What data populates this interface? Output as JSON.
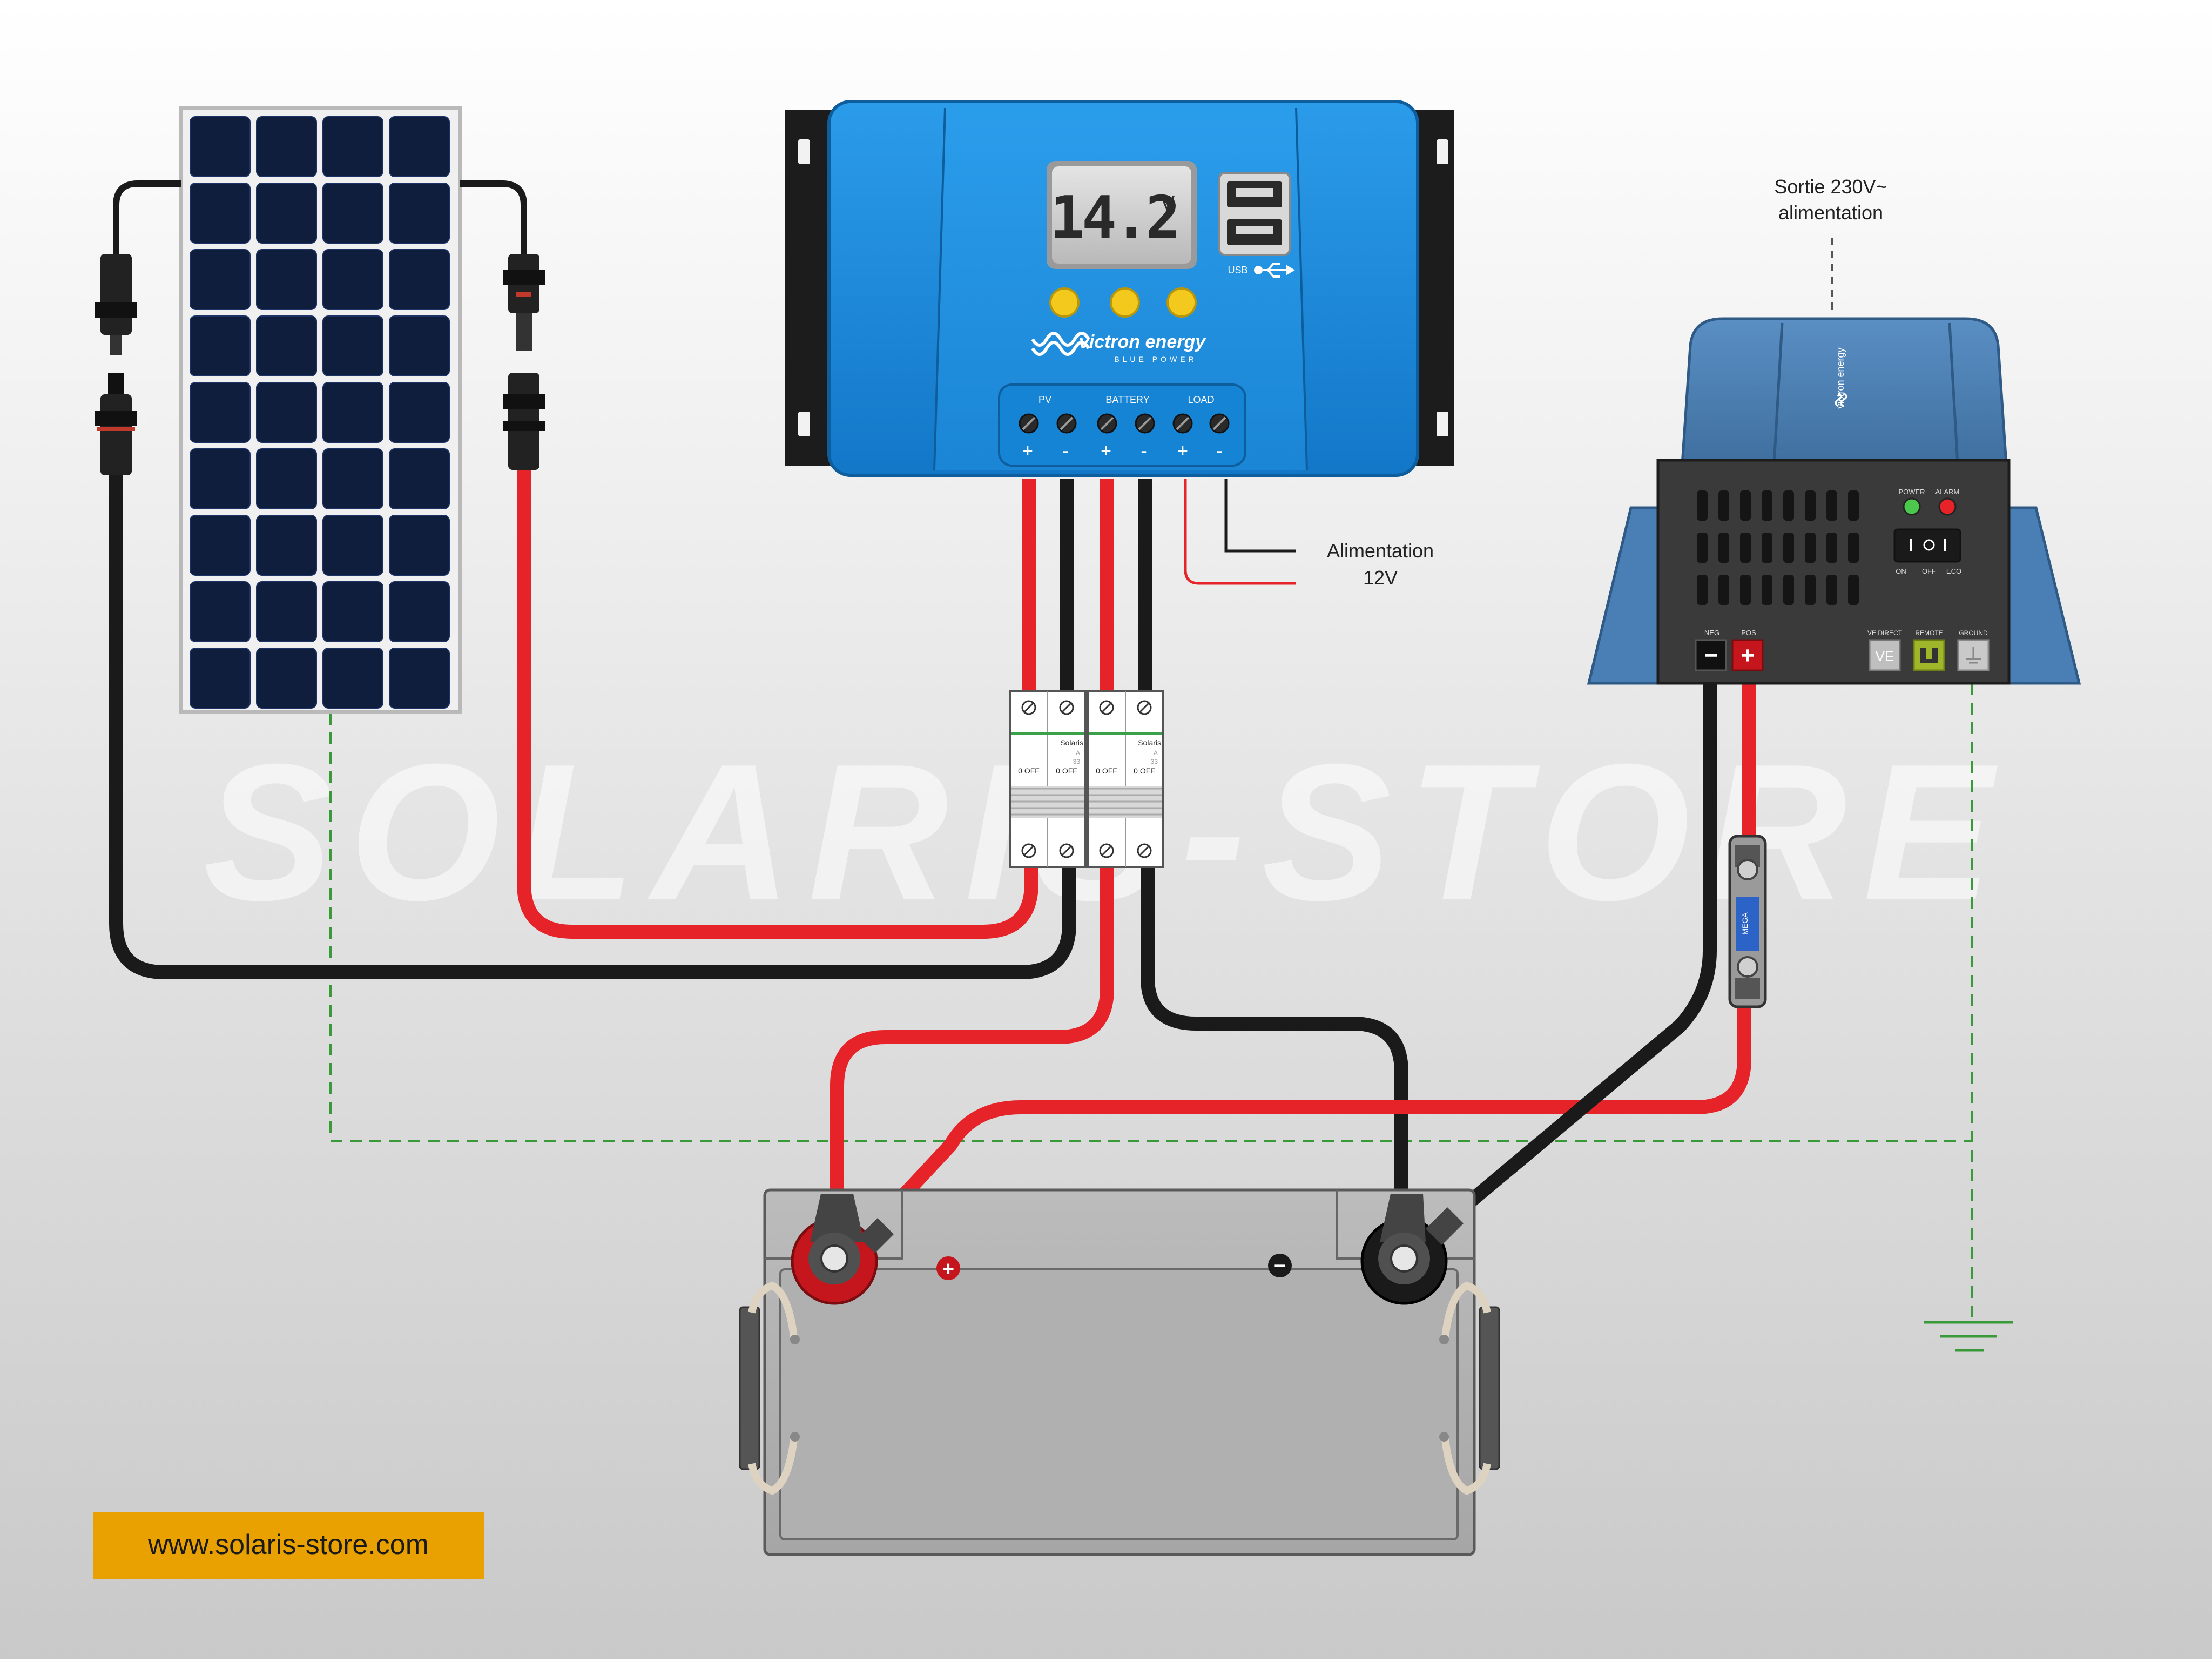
{
  "watermark": "SOLARIS-STORE",
  "website": "www.solaris-store.com",
  "controller": {
    "brand": "victron energy",
    "tagline": "BLUE POWER",
    "display_value": "14.2",
    "display_unit": "V",
    "usb_label": "USB",
    "terminal_labels": {
      "pv": "PV",
      "battery": "BATTERY",
      "load": "LOAD"
    },
    "polarity": [
      "+",
      "-",
      "+",
      "-",
      "+",
      "-"
    ]
  },
  "load_output": {
    "line1": "Alimentation",
    "line2": "12V"
  },
  "inverter": {
    "brand": "victron energy",
    "output_line1": "Sortie 230V~",
    "output_line2": "alimentation",
    "led_labels": {
      "power": "POWER",
      "alarm": "ALARM"
    },
    "switch_labels": {
      "on": "ON",
      "off": "OFF",
      "eco": "ECO"
    },
    "terminal_labels": {
      "neg": "NEG",
      "pos": "POS"
    },
    "terminal_symbols": {
      "neg": "−",
      "pos": "+"
    },
    "port_labels": {
      "vedirect": "VE.DIRECT",
      "remote": "REMOTE",
      "ground": "GROUND"
    },
    "ve_text": "VE"
  },
  "breakers": [
    {
      "brand": "Solaris",
      "state": "0 OFF",
      "rating": "A",
      "code": "33"
    },
    {
      "brand": "Solaris",
      "state": "0 OFF",
      "rating": "A",
      "code": "33"
    }
  ],
  "fuse": {
    "label": "MEGA"
  },
  "battery": {
    "plus_symbol": "+",
    "minus_symbol": "−"
  },
  "colors": {
    "positive_wire": "#e52329",
    "negative_wire": "#1a1a1a",
    "ground_line": "#3a9a3a",
    "controller_blue": "#1e8fde",
    "inverter_blue": "#4a7fb5",
    "website_bg": "#e8a100"
  }
}
